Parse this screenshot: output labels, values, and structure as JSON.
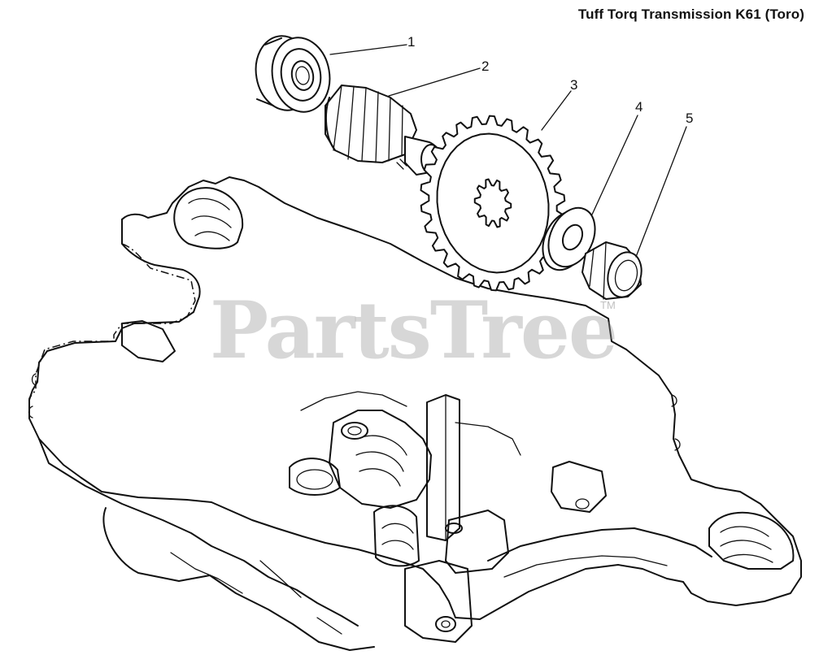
{
  "title": "Tuff Torq Transmission K61 (Toro)",
  "watermark": {
    "text": "PartsTree",
    "trademark": "TM"
  },
  "callouts": [
    "1",
    "2",
    "3",
    "4",
    "5"
  ],
  "parts": [
    {
      "callout": "1",
      "icon": "ball-bearing"
    },
    {
      "callout": "2",
      "icon": "pinion-gear-shaft"
    },
    {
      "callout": "3",
      "icon": "spur-gear"
    },
    {
      "callout": "4",
      "icon": "thrust-washer"
    },
    {
      "callout": "5",
      "icon": "collar-bushing"
    }
  ],
  "housing": {
    "icon": "transmission-lower-housing"
  }
}
